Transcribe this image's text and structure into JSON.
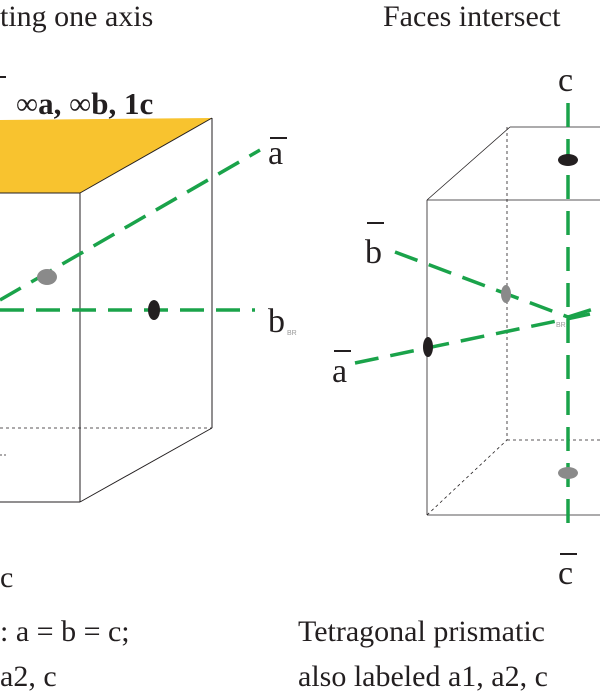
{
  "left": {
    "heading": "ting one axis",
    "face_label": {
      "inf1": "∞",
      "a": "a",
      "sep1": ", ",
      "inf2": "∞",
      "b": "b",
      "sep2": ", ",
      "c": "1c"
    },
    "axis_a": "a",
    "axis_b": "b",
    "origin_mark": "BR",
    "caption_line1": "c",
    "caption_line2": ": a = b = c;",
    "caption_line3": "a2, c"
  },
  "right": {
    "heading": "Faces intersect",
    "axis_c_top": "c",
    "axis_b_bar": "b",
    "axis_a_bar": "a",
    "axis_c_bar": "c",
    "origin_mark": "BR",
    "caption_line1": "Tetragonal prismatic",
    "caption_line2": "also labeled a1, a2, c"
  },
  "colors": {
    "axis_green": "#1aa34a",
    "face_yellow": "#f8c32f",
    "line": "#231f20",
    "intercept_gray": "#8a8a8a",
    "intercept_dark": "#231f20"
  }
}
